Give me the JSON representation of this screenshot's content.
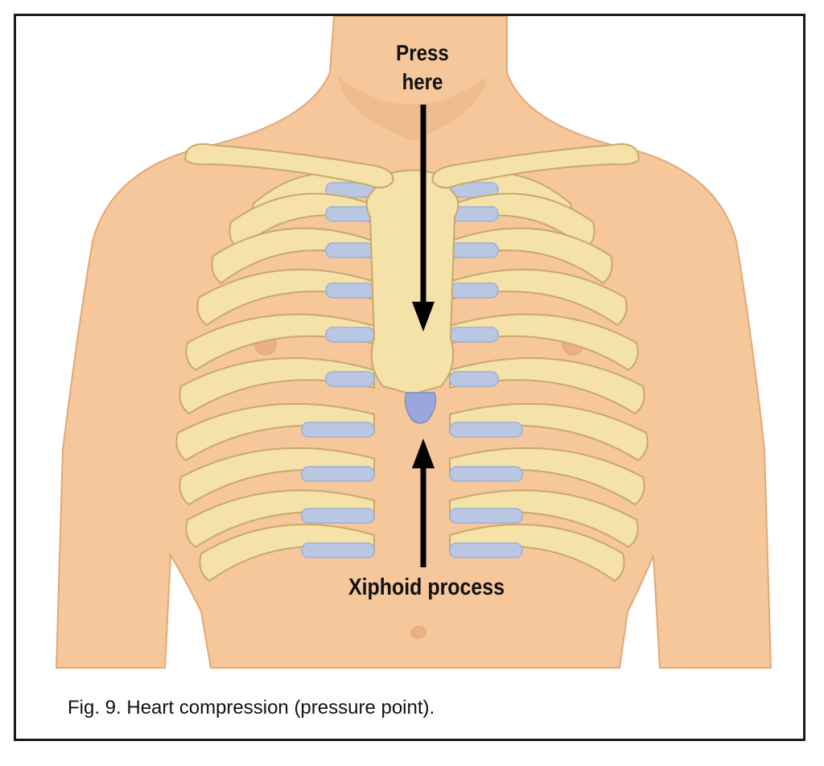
{
  "figure": {
    "label_press": "Press\nhere",
    "label_xiphoid": "Xiphoid process",
    "caption": "Fig. 9. Heart compression (pressure point)."
  },
  "colors": {
    "skin": "#f5c79a",
    "skin_shadow": "#e3a877",
    "bone": "#f4e2a8",
    "bone_outline": "#c9a86a",
    "cartilage": "#b9c7e3",
    "xiphoid": "#9aa7dc",
    "arrow": "#000000",
    "frame": "#1a1a1a"
  }
}
